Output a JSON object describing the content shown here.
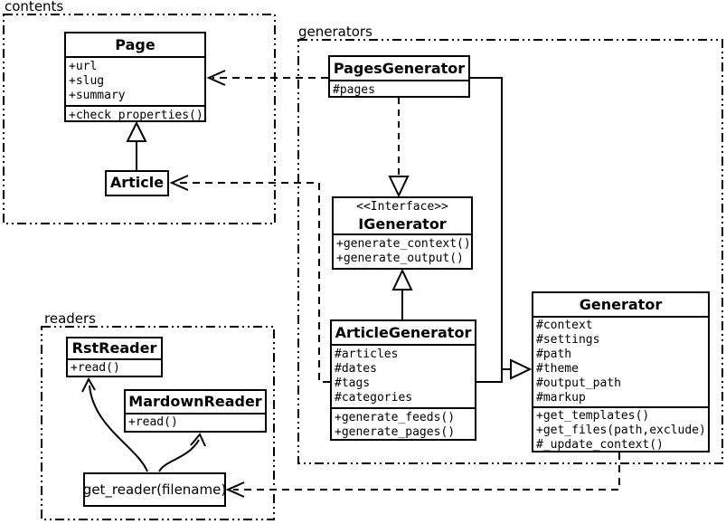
{
  "packages": {
    "contents": {
      "label": "contents"
    },
    "generators": {
      "label": "generators"
    },
    "readers": {
      "label": "readers"
    }
  },
  "classes": {
    "page": {
      "name": "Page",
      "attributes": [
        "+url",
        "+slug",
        "+summary"
      ],
      "methods": [
        "+check_properties()"
      ]
    },
    "article": {
      "name": "Article"
    },
    "pages_generator": {
      "name": "PagesGenerator",
      "attributes": [
        "#pages"
      ]
    },
    "igenerator": {
      "stereotype": "<<Interface>>",
      "name": "IGenerator",
      "methods": [
        "+generate_context()",
        "+generate_output()"
      ]
    },
    "article_generator": {
      "name": "ArticleGenerator",
      "attributes": [
        "#articles",
        "#dates",
        "#tags",
        "#categories"
      ],
      "methods": [
        "+generate_feeds()",
        "+generate_pages()"
      ]
    },
    "generator": {
      "name": "Generator",
      "attributes": [
        "#context",
        "#settings",
        "#path",
        "#theme",
        "#output_path",
        "#markup"
      ],
      "methods": [
        "+get_templates()",
        "+get_files(path,exclude)",
        "#_update_context()"
      ]
    },
    "rst_reader": {
      "name": "RstReader",
      "methods": [
        "+read()"
      ]
    },
    "markdown_reader": {
      "name": "MardownReader",
      "methods": [
        "+read()"
      ]
    },
    "get_reader": {
      "name": "get_reader(filename)"
    }
  },
  "relationships": [
    {
      "from": "Article",
      "to": "Page",
      "type": "inheritance"
    },
    {
      "from": "PagesGenerator",
      "to": "Page",
      "type": "dependency"
    },
    {
      "from": "ArticleGenerator",
      "to": "Article",
      "type": "dependency"
    },
    {
      "from": "PagesGenerator",
      "to": "IGenerator",
      "type": "realization"
    },
    {
      "from": "ArticleGenerator",
      "to": "IGenerator",
      "type": "inheritance"
    },
    {
      "from": "PagesGenerator",
      "to": "Generator",
      "type": "inheritance"
    },
    {
      "from": "ArticleGenerator",
      "to": "Generator",
      "type": "inheritance"
    },
    {
      "from": "Generator",
      "to": "get_reader",
      "type": "dependency"
    },
    {
      "from": "get_reader",
      "to": "RstReader",
      "type": "call"
    },
    {
      "from": "get_reader",
      "to": "MardownReader",
      "type": "call"
    }
  ],
  "colors": {
    "line": "#000000",
    "background": "#ffffff"
  }
}
